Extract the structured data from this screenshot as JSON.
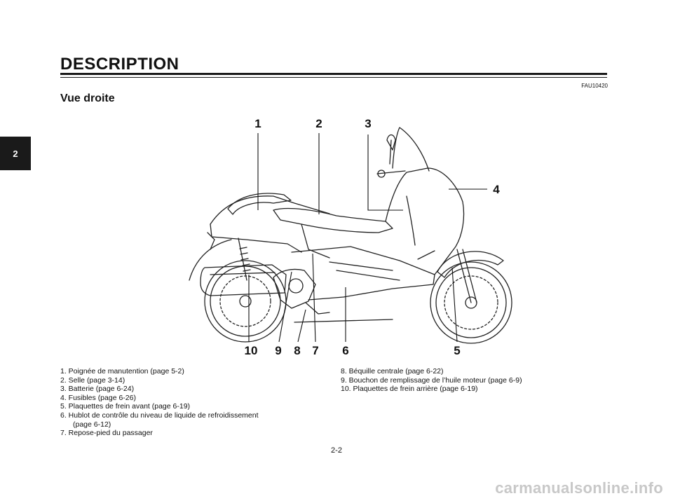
{
  "chapter_tab": "2",
  "header": {
    "title": "DESCRIPTION",
    "code": "FAU10420",
    "subtitle": "Vue droite"
  },
  "figure": {
    "callouts": [
      "1",
      "2",
      "3",
      "4",
      "5",
      "6",
      "7",
      "8",
      "9",
      "10"
    ]
  },
  "legend": {
    "left": [
      "1. Poignée de manutention (page 5-2)",
      "2. Selle (page 3-14)",
      "3. Batterie (page 6-24)",
      "4. Fusibles (page 6-26)",
      "5. Plaquettes de frein avant (page 6-19)",
      "6. Hublot de contrôle du niveau de liquide de refroidissement",
      "(page 6-12)",
      "7. Repose-pied du passager"
    ],
    "right": [
      "8. Béquille centrale (page 6-22)",
      "9. Bouchon de remplissage de l’huile moteur (page 6-9)",
      "10. Plaquettes de frein arrière (page 6-19)"
    ]
  },
  "footer": {
    "page": "2-2",
    "watermark": "carmanualsonline.info"
  }
}
